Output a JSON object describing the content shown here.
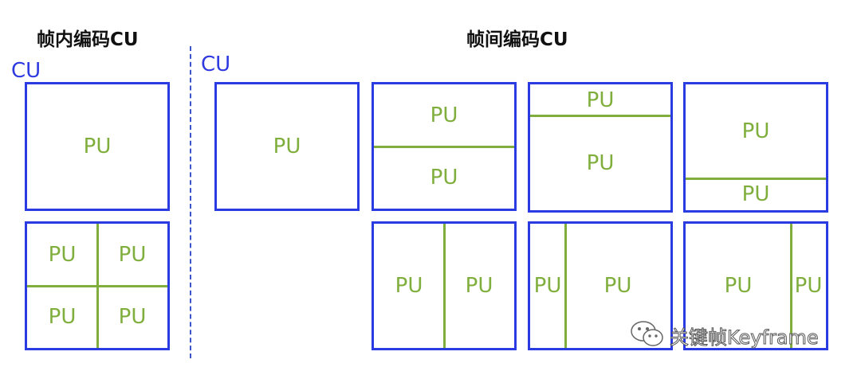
{
  "titles": {
    "intra": "帧内编码CU",
    "inter": "帧间编码CU"
  },
  "cu_labels": {
    "intra": "CU",
    "inter": "CU"
  },
  "intra_blocks": [
    {
      "partition": "2Nx2N",
      "pu_labels": [
        "PU"
      ]
    },
    {
      "partition": "NxN",
      "pu_labels": [
        "PU",
        "PU",
        "PU",
        "PU"
      ]
    }
  ],
  "inter_blocks": [
    {
      "partition": "2Nx2N",
      "pu_labels": [
        "PU"
      ]
    },
    {
      "partition": "2NxN",
      "pu_labels": [
        "PU",
        "PU"
      ]
    },
    {
      "partition": "2NxnU",
      "pu_labels": [
        "PU",
        "PU"
      ]
    },
    {
      "partition": "2NxnD",
      "pu_labels": [
        "PU",
        "PU"
      ]
    },
    {
      "partition": "Nx2N",
      "pu_labels": [
        "PU",
        "PU"
      ]
    },
    {
      "partition": "nLx2N",
      "pu_labels": [
        "PU",
        "PU"
      ]
    },
    {
      "partition": "nRx2N",
      "pu_labels": [
        "PU",
        "PU"
      ]
    }
  ],
  "watermark": {
    "text": "关键帧Keyframe",
    "icon": "wechat-icon"
  },
  "colors": {
    "cu_border": "#2b3be2",
    "pu_divider": "#7fae3c",
    "pu_text": "#7fae3c",
    "separator": "#3b54c9"
  }
}
